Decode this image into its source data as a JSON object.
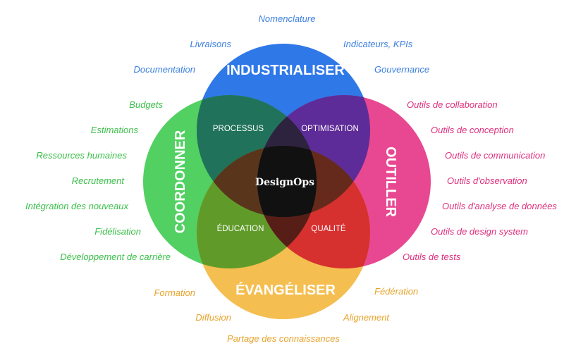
{
  "colors": {
    "industrialiser": "#2f78e8",
    "outiller": "#e52f82",
    "coordonner": "#3ac94c",
    "evangeliser": "#f1b02a",
    "text_industrialiser": "#3b7fe0",
    "text_outiller": "#de2f7d",
    "text_coordonner": "#3bbf4a",
    "text_evangeliser": "#e6a32a"
  },
  "diagram": {
    "center": "DesignOps",
    "circles": {
      "industrialiser": {
        "title": "INDUSTRIALISER",
        "items": [
          "Nomenclature",
          "Livraisons",
          "Indicateurs, KPIs",
          "Documentation",
          "Gouvernance"
        ]
      },
      "outiller": {
        "title": "OUTILLER",
        "items": [
          "Outils de collaboration",
          "Outils de conception",
          "Outils de communication",
          "Outils d'observation",
          "Outils d'analyse de données",
          "Outils de design system",
          "Outils de tests"
        ]
      },
      "coordonner": {
        "title": "COORDONNER",
        "items": [
          "Budgets",
          "Estimations",
          "Ressources humaines",
          "Recrutement",
          "Intégration des nouveaux",
          "Fidélisation",
          "Développement de carrière"
        ]
      },
      "evangeliser": {
        "title": "ÉVANGÉLISER",
        "items": [
          "Formation",
          "Fédération",
          "Diffusion",
          "Alignement",
          "Partage des connaissances"
        ]
      }
    },
    "overlaps": {
      "processus": "PROCESSUS",
      "optimisation": "OPTIMISATION",
      "education": "ÉDUCATION",
      "qualite": "QUALITÉ"
    }
  }
}
